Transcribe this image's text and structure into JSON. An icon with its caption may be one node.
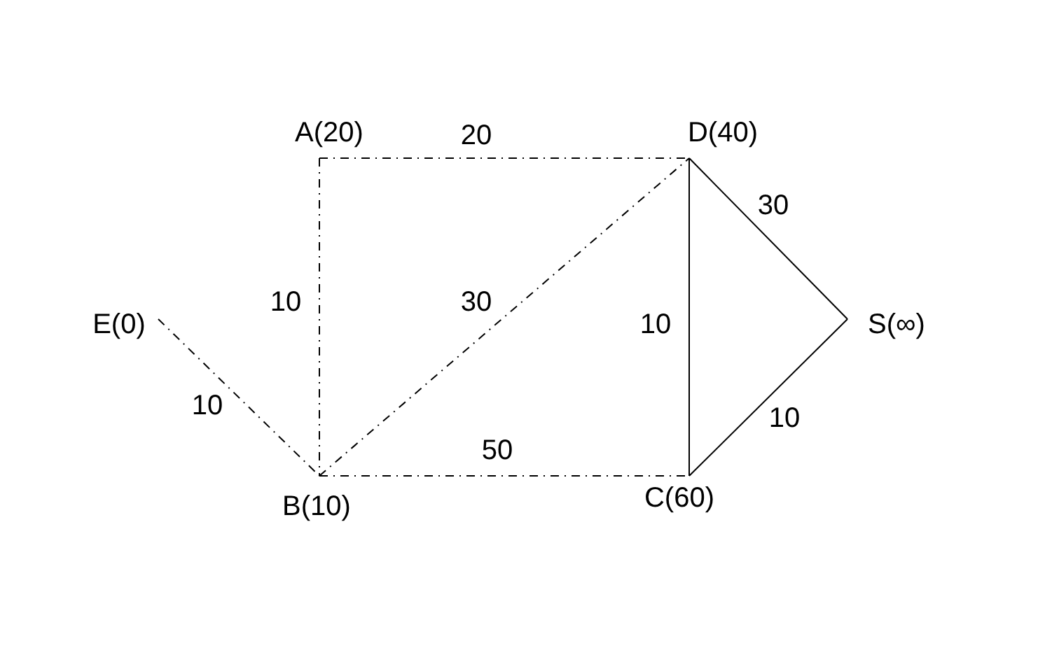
{
  "diagram": {
    "nodes": [
      {
        "text": [
          "A(20)"
        ]
      },
      {
        "text": [
          "D(40)"
        ]
      },
      {
        "text": [
          "E(0)"
        ]
      },
      {
        "text": [
          "S(∞)"
        ]
      },
      {
        "text": [
          "B(10)"
        ]
      },
      {
        "text": [
          "C(60)"
        ]
      }
    ],
    "edges": [
      {
        "from": 2,
        "to": 4,
        "arrow": "none",
        "label": "10",
        "style": "dashed"
      },
      {
        "from": 0,
        "to": 4,
        "arrow": "none",
        "label": "10",
        "style": "dashed"
      },
      {
        "from": 0,
        "to": 1,
        "arrow": "none",
        "label": "20",
        "style": "dashed"
      },
      {
        "from": 4,
        "to": 1,
        "arrow": "none",
        "label": "30",
        "style": "dashed"
      },
      {
        "from": 4,
        "to": 5,
        "arrow": "none",
        "label": "50",
        "style": "dashed"
      },
      {
        "from": 1,
        "to": 5,
        "arrow": "none",
        "label": "10"
      },
      {
        "from": 1,
        "to": 3,
        "arrow": "none",
        "label": "30"
      },
      {
        "from": 5,
        "to": 3,
        "arrow": "none",
        "label": "10"
      }
    ]
  }
}
